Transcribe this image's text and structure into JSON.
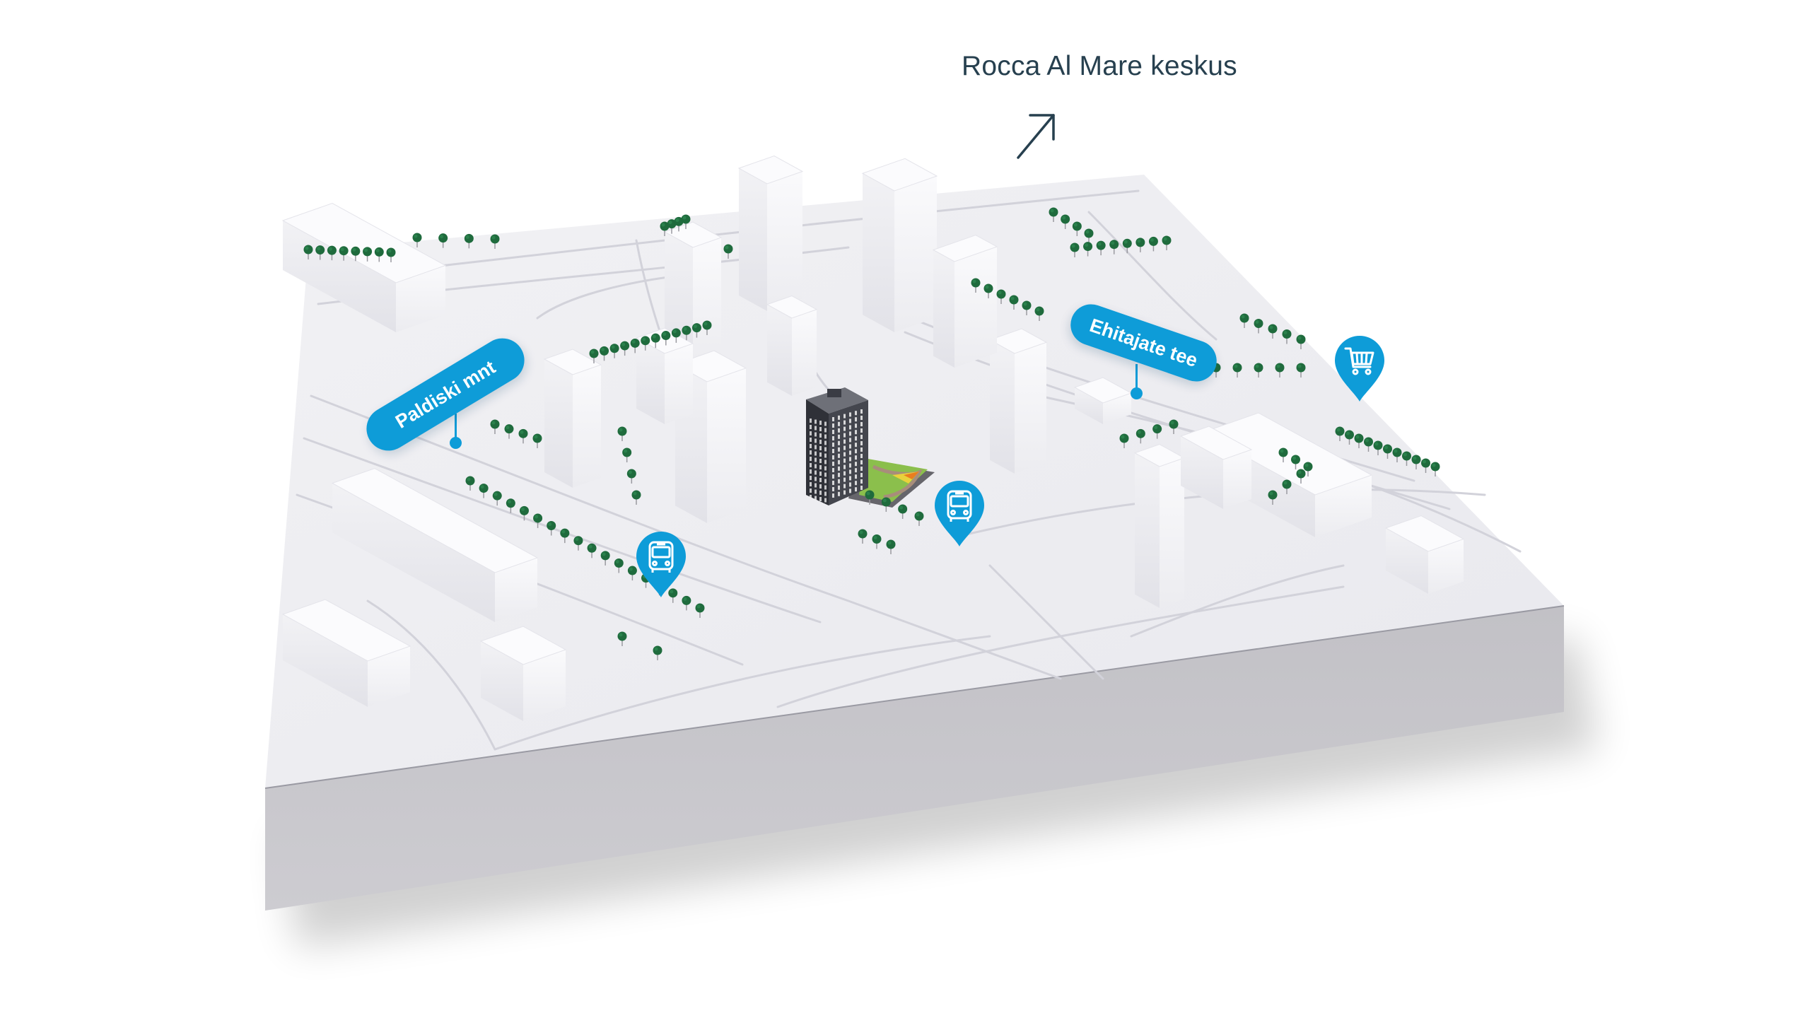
{
  "map": {
    "title": "3D site location model",
    "destination": {
      "label": "Rocca Al Mare keskus",
      "icon": "arrow-up-right-icon"
    },
    "street_labels": [
      {
        "name": "Paldiski mnt"
      },
      {
        "name": "Ehitajate tee"
      }
    ],
    "pois": [
      {
        "type": "bus-stop",
        "icon": "bus-icon"
      },
      {
        "type": "bus-stop",
        "icon": "bus-icon"
      },
      {
        "type": "shop",
        "icon": "shopping-cart-icon"
      }
    ],
    "colors": {
      "accent": "#0e9cd8",
      "text": "#27404f",
      "tree": "#1f6b3d",
      "board_top": "#eeeef2",
      "board_side": "#c4c3c8",
      "building": "#f4f4f7",
      "highlight_building": "#3a3d45",
      "park": "#8bbf4c"
    }
  }
}
